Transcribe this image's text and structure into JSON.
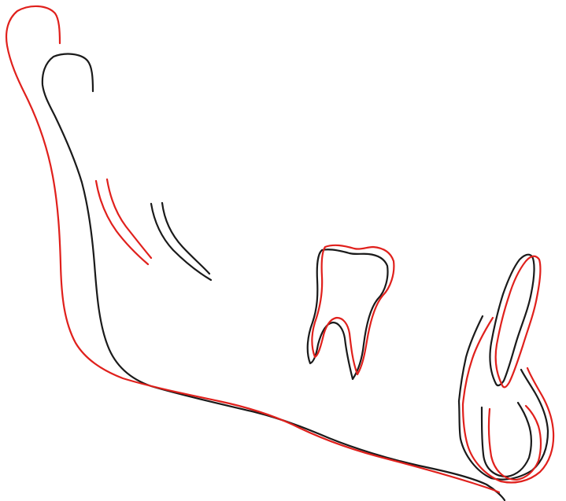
{
  "colors": {
    "background": "#ffffff",
    "tracing_black": "#1a1a1a",
    "tracing_red": "#e0201c"
  },
  "tracings": [
    {
      "name": "black-tracing",
      "color_key": "tracing_black"
    },
    {
      "name": "red-tracing",
      "color_key": "tracing_red"
    }
  ]
}
